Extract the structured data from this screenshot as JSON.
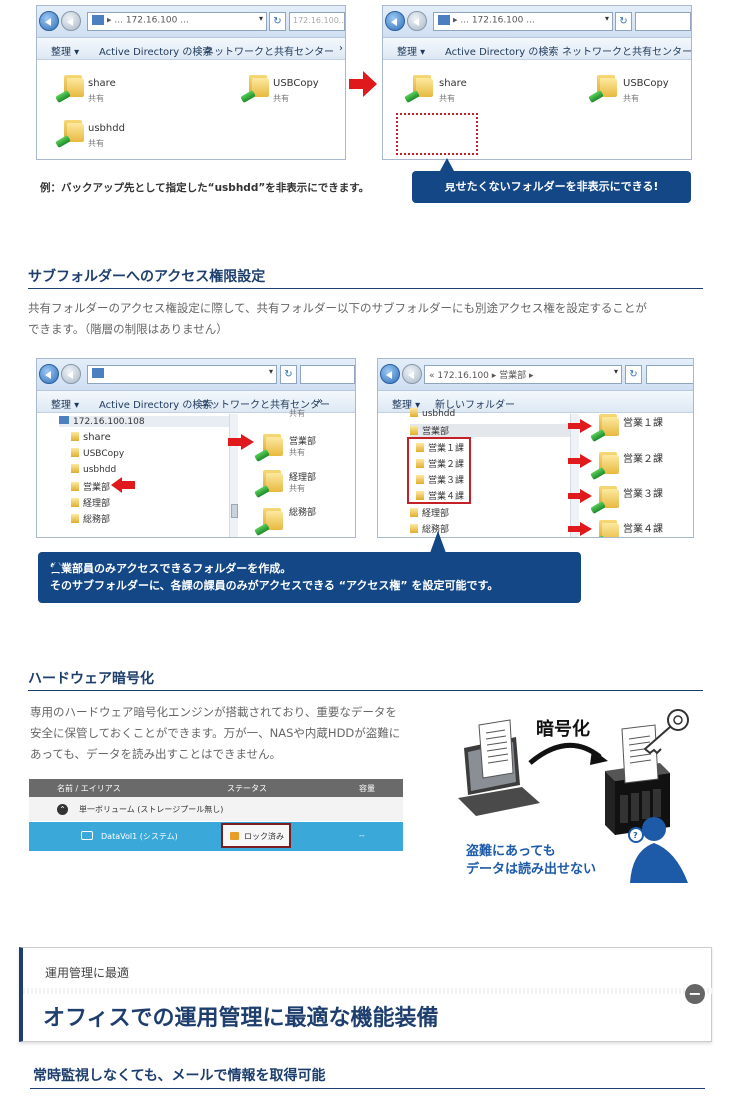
{
  "top_windows": {
    "left": {
      "address_text": "▸ ... 172.16.100 ...",
      "search_placeholder": "172.16.100...",
      "toolbar": {
        "organize": "整理 ▾",
        "ad_search": "Active Directory の検索",
        "network_center": "ネットワークと共有センター",
        "more": "›"
      },
      "items": [
        {
          "name": "share",
          "sub": "共有"
        },
        {
          "name": "USBCopy",
          "sub": "共有"
        },
        {
          "name": "usbhdd",
          "sub": "共有"
        }
      ]
    },
    "right": {
      "address_text": "▸ ... 172.16.100 ...",
      "toolbar": {
        "organize": "整理 ▾",
        "ad_search": "Active Directory の検索",
        "network_center": "ネットワークと共有センター"
      },
      "items": [
        {
          "name": "share",
          "sub": "共有"
        },
        {
          "name": "USBCopy",
          "sub": "共有"
        }
      ]
    },
    "example_caption": "例：バックアップ先として指定した“usbhdd”を非表示にできます。",
    "callout": "見せたくないフォルダーを非表示にできる!"
  },
  "subfolder_section": {
    "title": "サブフォルダーへのアクセス権限設定",
    "paragraph_line1": "共有フォルダーのアクセス権設定に際して、共有フォルダー以下のサブフォルダーにも別途アクセス権を設定することが",
    "paragraph_line2": "できます。（階層の制限はありません）",
    "left_window": {
      "toolbar": {
        "organize": "整理 ▾",
        "ad_search": "Active Directory の検索",
        "network_center": "ネットワークと共有センター",
        "more": "»"
      },
      "tree_root": "172.16.100.108",
      "tree": [
        "share",
        "USBCopy",
        "usbhdd",
        "営業部",
        "経理部",
        "総務部"
      ],
      "right_items": [
        {
          "name": "共有"
        },
        {
          "name": "営業部",
          "sub": "共有"
        },
        {
          "name": "経理部",
          "sub": "共有"
        },
        {
          "name": "総務部",
          "sub": ""
        }
      ]
    },
    "right_window": {
      "address_text": "« 172.16.100 ▸ 営業部 ▸",
      "toolbar": {
        "organize": "整理 ▾",
        "new_folder": "新しいフォルダー"
      },
      "tree": [
        "usbhdd",
        "営業部",
        "営業１課",
        "営業２課",
        "営業３課",
        "営業４課",
        "経理部",
        "総務部"
      ],
      "right_items": [
        "営業１課",
        "営業２課",
        "営業３課",
        "営業４課"
      ]
    },
    "callout_line1": "営業部員のみアクセスできるフォルダーを作成。",
    "callout_line2": "そのサブフォルダーに、各課の課員のみがアクセスできる “アクセス権” を設定可能です。"
  },
  "encryption_section": {
    "title": "ハードウェア暗号化",
    "paragraph_line1": "専用のハードウェア暗号化エンジンが搭載されており、重要なデータを",
    "paragraph_line2": "安全に保管しておくことができます。万が一、NASや内蔵HDDが盗難に",
    "paragraph_line3": "あっても、データを読み出すことはできません。",
    "table": {
      "headers": [
        "名前 / エイリアス",
        "ステータス",
        "容量"
      ],
      "group_row": "単一ボリューム (ストレージプール無し)",
      "volume_name": "DataVol1 (システム)",
      "volume_status": "ロック済み",
      "volume_capacity": "--"
    },
    "illustration": {
      "label_encrypt": "暗号化",
      "caption_line1": "盗難にあっても",
      "caption_line2": "データは読み出せない"
    }
  },
  "feature_box": {
    "subtitle": "運用管理に最適",
    "headline": "オフィスでの運用管理に最適な機能装備"
  },
  "mail_section": {
    "title": "常時監視しなくても、メールで情報を取得可能"
  },
  "colors": {
    "navy": "#1e3f6e",
    "callout": "#134786",
    "red": "#e0191c",
    "highlight": "#3aa8d8"
  }
}
